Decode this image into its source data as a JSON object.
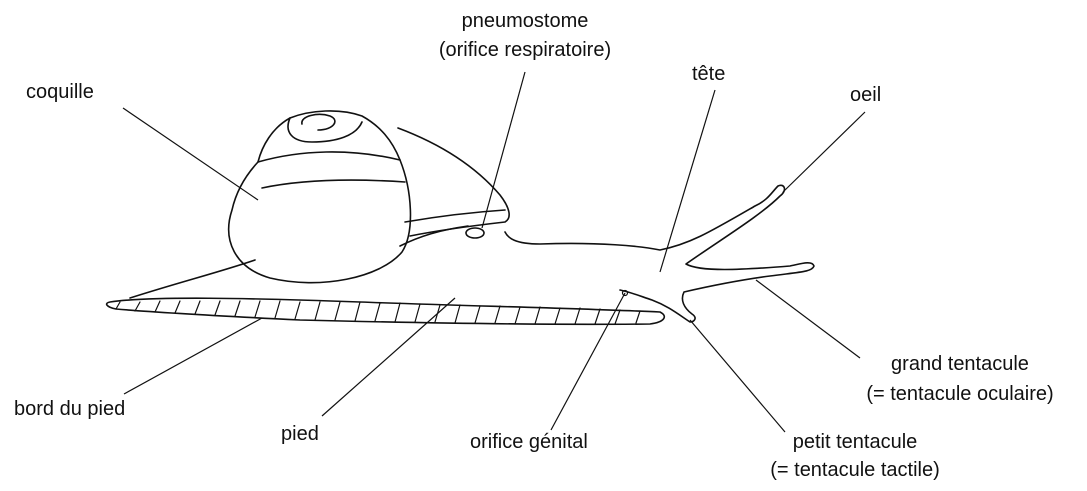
{
  "labels": {
    "coquille": "coquille",
    "pneumostome": "pneumostome",
    "pneumostome_sub": "(orifice respiratoire)",
    "tete": "tête",
    "oeil": "oeil",
    "grand_tentacule": "grand tentacule",
    "grand_tentacule_sub": "(= tentacule oculaire)",
    "bord_du_pied": "bord du pied",
    "pied": "pied",
    "orifice_genital": "orifice génital",
    "petit_tentacule": "petit tentacule",
    "petit_tentacule_sub": "(= tentacule tactile)"
  }
}
